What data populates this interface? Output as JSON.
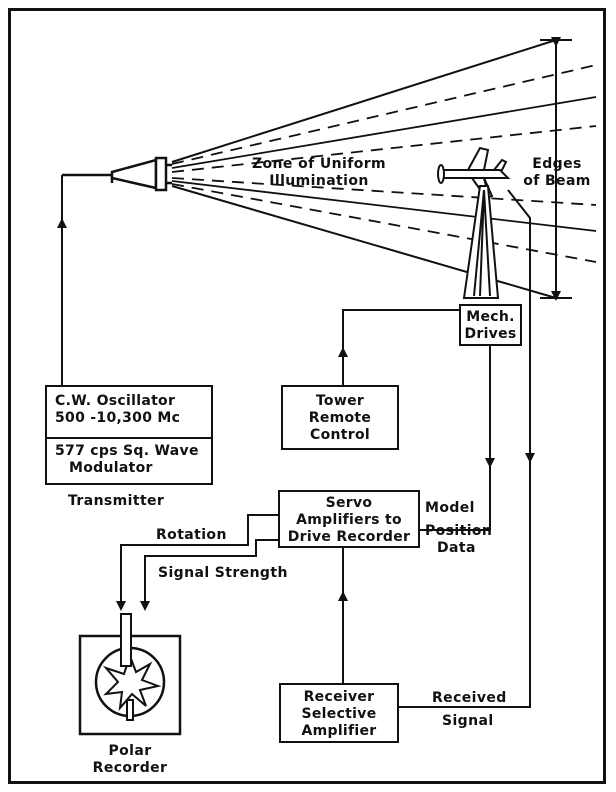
{
  "diagram": {
    "zone_label": [
      "Zone of Uniform",
      "Illumination"
    ],
    "beam_edges_label": [
      "Edges",
      "of Beam"
    ],
    "mech_drives": [
      "Mech.",
      "Drives"
    ],
    "oscillator": [
      "C.W. Oscillator",
      "500 -10,300 Mc"
    ],
    "modulator": [
      "577 cps  Sq. Wave",
      "Modulator"
    ],
    "transmitter_label": "Transmitter",
    "tower_control": [
      "Tower",
      "Remote",
      "Control"
    ],
    "servo": [
      "Servo",
      "Amplifiers to",
      "Drive Recorder"
    ],
    "model_position_label": [
      "Model",
      "Position",
      "Data"
    ],
    "rotation_label": "Rotation",
    "signal_strength_label": "Signal Strength",
    "receiver": [
      "Receiver",
      "Selective",
      "Amplifier"
    ],
    "received_signal_label": [
      "Received",
      "Signal"
    ],
    "recorder_label": [
      "Polar",
      "Recorder"
    ]
  }
}
